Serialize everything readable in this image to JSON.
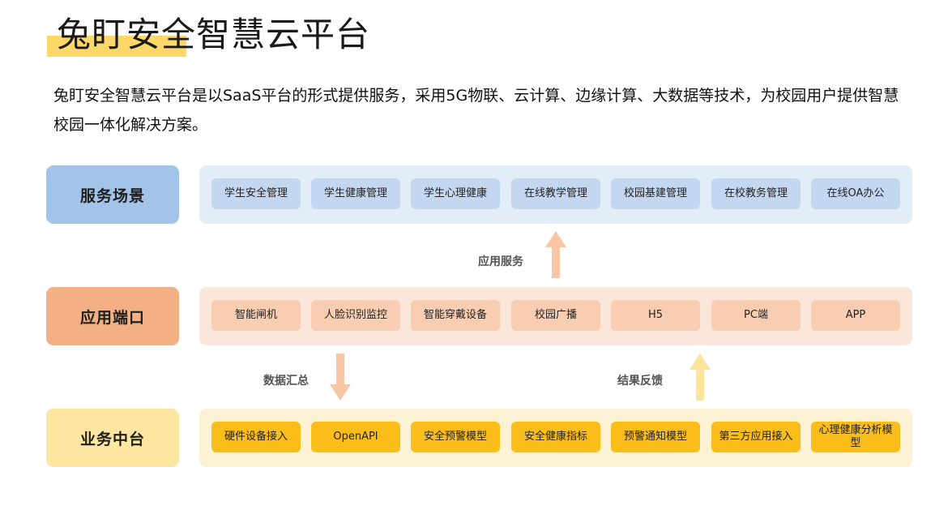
{
  "title": "兔盯安全智慧云平台",
  "description": "兔盯安全智慧云平台是以SaaS平台的形式提供服务，采用5G物联、云计算、边缘计算、大数据等技术，为校园用户提供智慧校园一体化解决方案。",
  "layers": [
    {
      "label": "服务场景",
      "items": [
        "学生安全管理",
        "学生健康管理",
        "学生心理健康",
        "在线教学管理",
        "校园基建管理",
        "在校教务管理",
        "在线OA办公"
      ]
    },
    {
      "label": "应用端口",
      "items": [
        "智能闸机",
        "人脸识别监控",
        "智能穿戴设备",
        "校园广播",
        "H5",
        "PC端",
        "APP"
      ]
    },
    {
      "label": "业务中台",
      "items": [
        "硬件设备接入",
        "OpenAPI",
        "安全预警模型",
        "安全健康指标",
        "预警通知模型",
        "第三方应用接入",
        "心理健康分析模型"
      ]
    }
  ],
  "flows": {
    "app_service": "应用服务",
    "data_aggregation": "数据汇总",
    "result_feedback": "结果反馈"
  },
  "colors": {
    "title_highlight": "#fcd86a",
    "service_label": "#a3c4e8",
    "service_panel": "#e3edf8",
    "service_chip": "#c3d8f0",
    "app_label": "#f3b085",
    "app_panel": "#fbe6da",
    "app_chip": "#f8cdb1",
    "biz_label": "#fde6a0",
    "biz_panel": "#fdf2d3",
    "biz_chip": "#fbbd19",
    "arrow_orange": "#f6c6a7",
    "arrow_yellow": "#fce59a"
  }
}
